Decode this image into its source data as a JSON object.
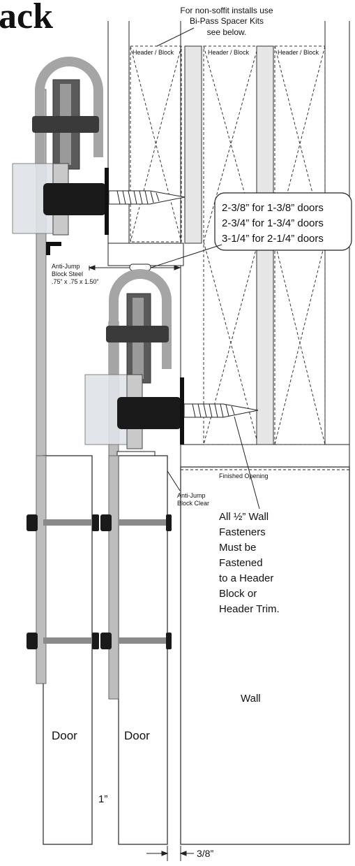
{
  "diagram": {
    "title_fragment": "ack",
    "header_note": [
      "For non-soffit installs use",
      "Bi-Pass Spacer Kits",
      "see below."
    ],
    "header_block_labels": [
      "Header / Block",
      "Header / Block",
      "Header / Block"
    ],
    "spacer_callout": [
      "2-3/8” for 1-3/8” doors",
      "2-3/4” for 1-3/4” doors",
      "3-1/4” for 2-1/4” doors"
    ],
    "anti_jump_steel": [
      "Anti-Jump",
      "Block Steel",
      ".75” x .75 x 1.50”"
    ],
    "finished_opening": "Finished Opening",
    "anti_jump_clear": [
      "Anti-Jump",
      "Block Clear"
    ],
    "fastener_note": [
      "All ½” Wall",
      "Fasteners",
      "Must be",
      "Fastened",
      "to a Header",
      "Block or",
      "Header Trim."
    ],
    "wall_label": "Wall",
    "door_labels": [
      "Door",
      "Door"
    ],
    "gap_label": "1”",
    "offset_label": "3/8”"
  }
}
